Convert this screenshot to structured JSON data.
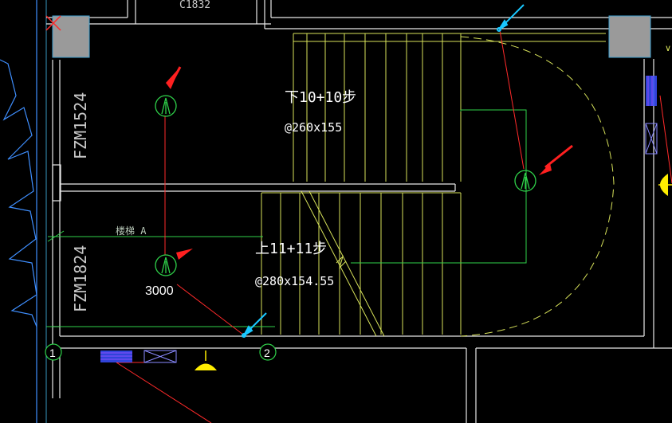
{
  "labels": {
    "top_label": "C1832",
    "door_upper": "FZM1524",
    "door_lower": "FZM1824",
    "stair_top_steps": "下10+10步",
    "stair_top_dims": "@260x155",
    "stair_bottom_steps": "上11+11步",
    "stair_bottom_dims": "@280x154.55",
    "elevation_value": "3000",
    "section_label": "楼梯 A",
    "axis_1": "1",
    "axis_2": "2"
  },
  "colors": {
    "background": "#000000",
    "wall": "#ffffff",
    "stair": "#d7e25a",
    "green": "#2fd24a",
    "red_line": "#ff2a2a",
    "arrow": "#ff2020",
    "cyan_arrow": "#19c7ff",
    "column": "#9a9a9a",
    "window_blue": "#3a4fff",
    "window_magenta": "#8a4fff",
    "lamp": "#ffee00",
    "facade": "#3f8fff"
  },
  "symbols": [
    {
      "name": "sprinkler-symbol-1",
      "type": "detector"
    },
    {
      "name": "sprinkler-symbol-2",
      "type": "detector"
    },
    {
      "name": "sprinkler-symbol-3",
      "type": "detector"
    }
  ]
}
